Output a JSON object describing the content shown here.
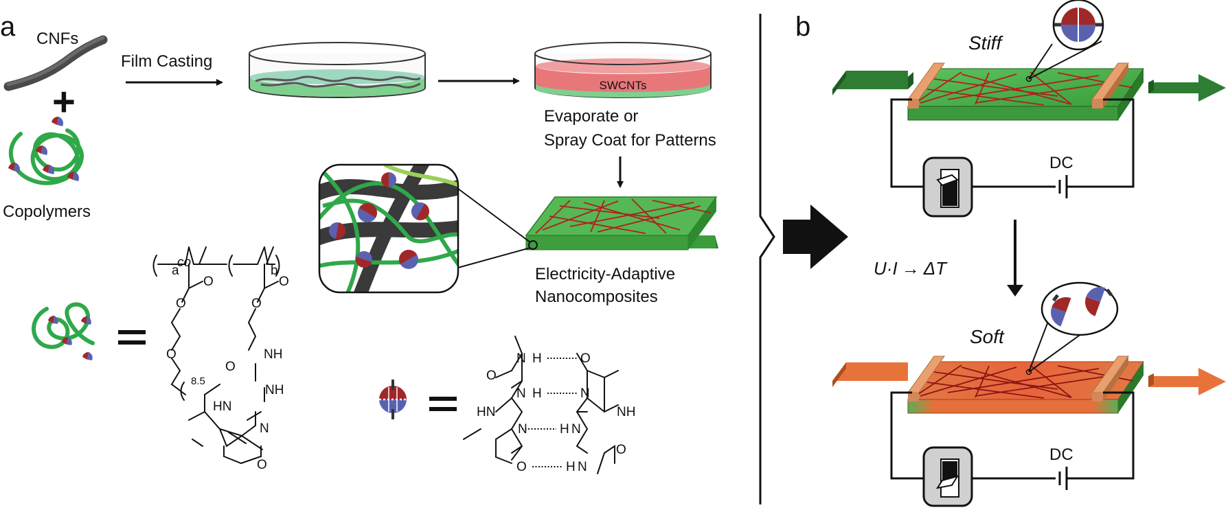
{
  "panels": {
    "a": "a",
    "b": "b"
  },
  "materials": {
    "cnfs": "CNFs",
    "plus": "+",
    "copolymers": "Copolymers",
    "film_casting": "Film Casting",
    "swcnts": "SWCNTs",
    "evaporate_line1": "Evaporate or",
    "evaporate_line2": "Spray Coat for Patterns",
    "nano_line1": "Electricity-Adaptive",
    "nano_line2": "Nanocomposites"
  },
  "chemistry": {
    "co": "co",
    "sub_a": "a",
    "sub_b": "b",
    "sub_85": "8.5",
    "atom_O": "O",
    "atom_N": "N",
    "atom_NH": "NH",
    "atom_HN": "HN",
    "atom_H": "H"
  },
  "circuit": {
    "stiff": "Stiff",
    "soft": "Soft",
    "dc_top": "DC",
    "dc_bottom": "DC",
    "switch_off": "OFF",
    "switch_on": "ON",
    "heat_U": "U",
    "heat_dot": "·",
    "heat_I": "I",
    "heat_arrow": "→",
    "heat_dT": "ΔT"
  },
  "colors": {
    "green": "#3aa63a",
    "dark_green": "#2e7d32",
    "red_fiber": "#b01e1e",
    "pink_film": "#e8777a",
    "orange": "#e07030",
    "copper": "#e8a070",
    "blue_upy": "#5a62b0",
    "red_upy": "#a02828"
  },
  "icons": [
    "upy-dimer-icon",
    "switch-off-icon",
    "switch-on-icon",
    "arrow-icon"
  ]
}
